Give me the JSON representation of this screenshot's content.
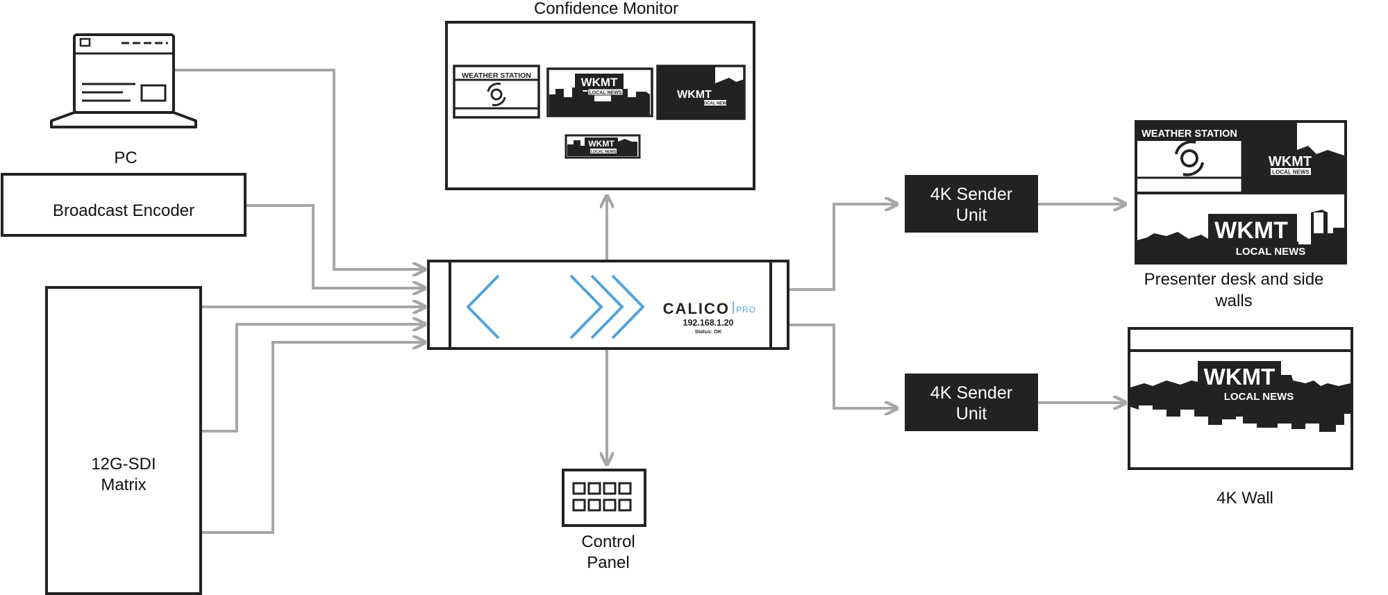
{
  "labels": {
    "confidence_monitor": "Confidence Monitor",
    "pc": "PC",
    "broadcast_encoder": "Broadcast Encoder",
    "matrix_line1": "12G-SDI",
    "matrix_line2": "Matrix",
    "control_panel_line1": "Control",
    "control_panel_line2": "Panel",
    "sender1_line1": "4K Sender",
    "sender1_line2": "Unit",
    "sender2_line1": "4K Sender",
    "sender2_line2": "Unit",
    "presenter_line1": "Presenter desk and side",
    "presenter_line2": "walls",
    "wall": "4K Wall"
  },
  "processor": {
    "brand": "CALICO",
    "edition": "PRO",
    "ip": "192.168.1.20",
    "status": "Status: OK"
  },
  "screens": {
    "weather": "WEATHER STATION",
    "wkmt": "WKMT",
    "local_news": "LOCAL NEWS"
  },
  "colors": {
    "connector": "#a6a6a6",
    "outline": "#222222",
    "sender_fill": "#222222",
    "accent_blue": "#4fa3dc"
  }
}
